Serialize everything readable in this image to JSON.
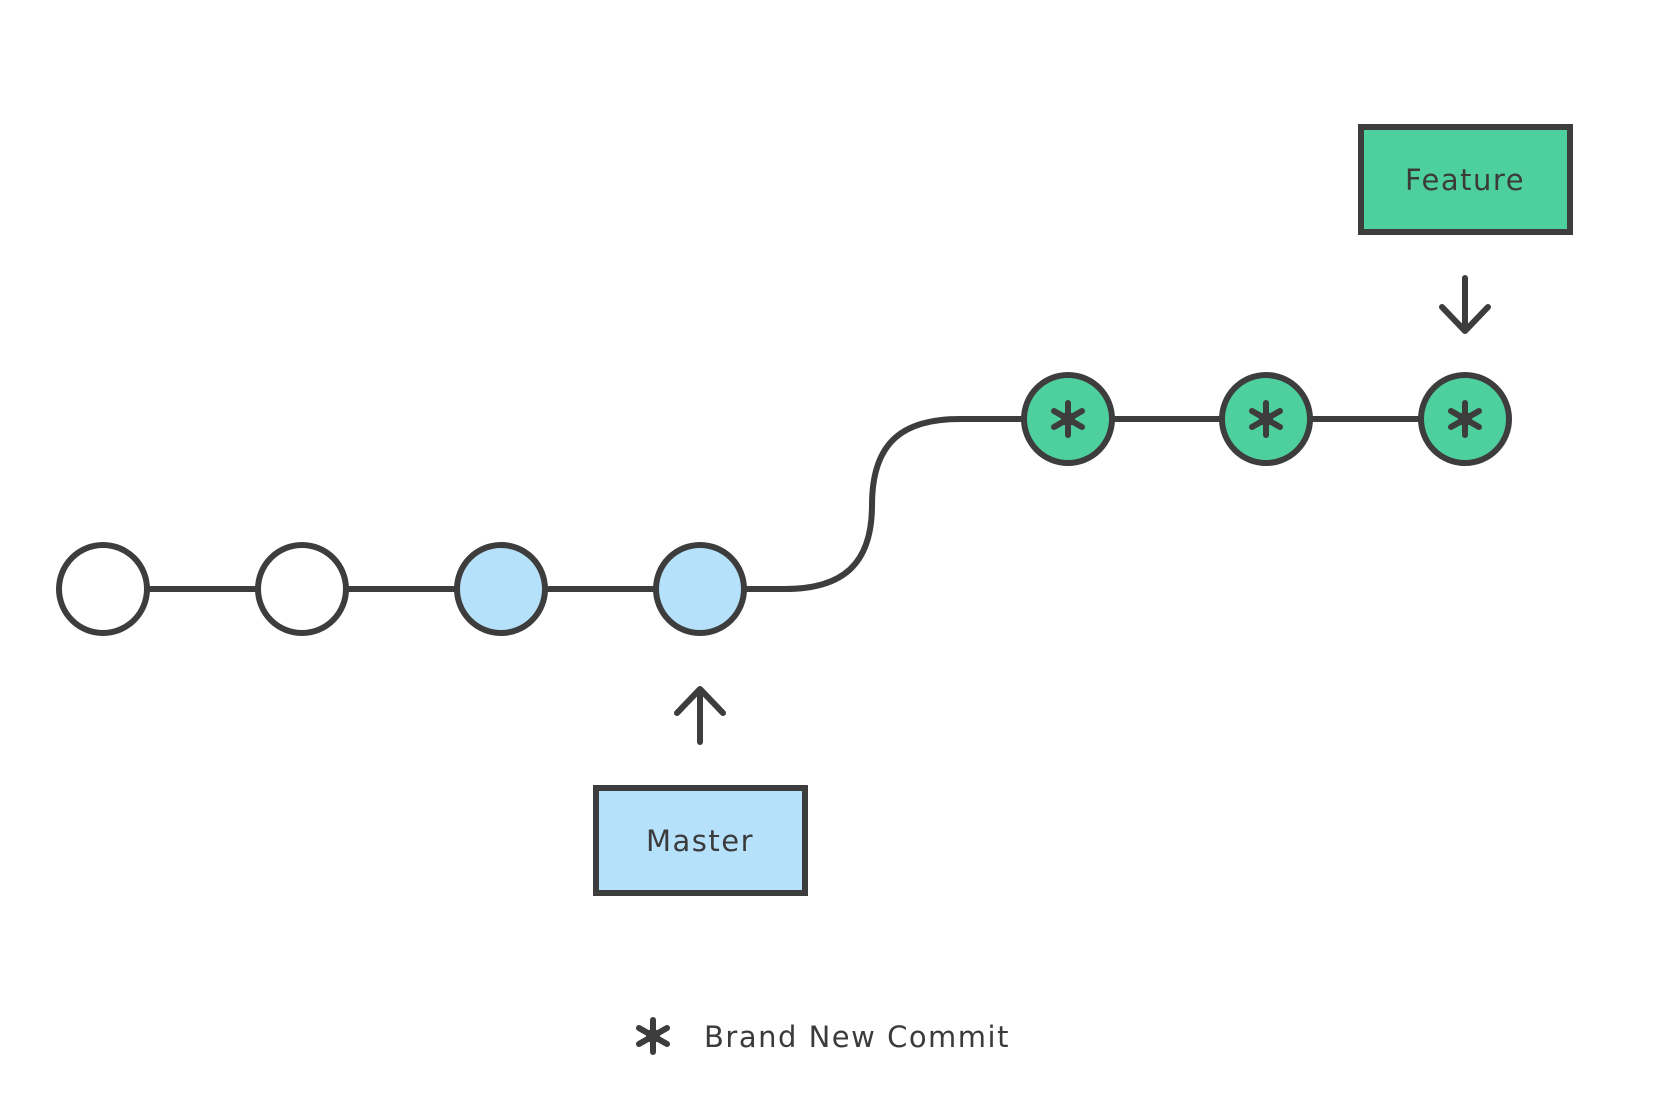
{
  "colors": {
    "stroke": "#3d3d3d",
    "empty_commit_fill": "#ffffff",
    "master_fill": "#b5e1fb",
    "feature_fill": "#4dd09d",
    "background": "#ffffff"
  },
  "commits": [
    {
      "branch": "base",
      "kind": "empty"
    },
    {
      "branch": "base",
      "kind": "empty"
    },
    {
      "branch": "master",
      "kind": "master"
    },
    {
      "branch": "master",
      "kind": "master"
    },
    {
      "branch": "feature",
      "kind": "new"
    },
    {
      "branch": "feature",
      "kind": "new"
    },
    {
      "branch": "feature",
      "kind": "new"
    }
  ],
  "branches": {
    "master": {
      "label": "Master",
      "points_to_commit": 3,
      "arrow": "up-arrow-icon"
    },
    "feature": {
      "label": "Feature",
      "points_to_commit": 6,
      "arrow": "down-arrow-icon"
    }
  },
  "legend": {
    "icon": "asterisk-icon",
    "label": "Brand New Commit"
  }
}
